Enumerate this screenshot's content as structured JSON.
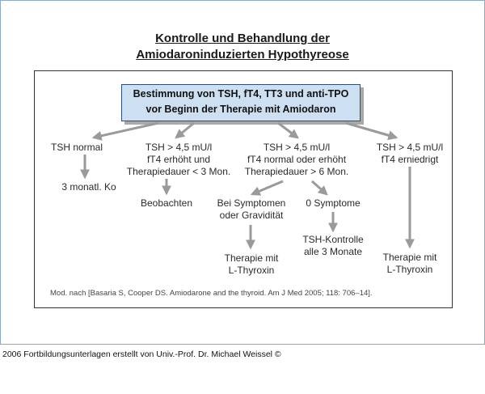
{
  "title_line1": "Kontrolle und Behandlung der",
  "title_line2": "Amiodaroninduzierten Hypothyreose",
  "top_box": {
    "line1": "Bestimmung von TSH, fT4, TT3 und anti-TPO",
    "line2": "vor Beginn der Therapie mit Amiodaron"
  },
  "branch1": {
    "line1": "TSH normal",
    "result": "3 monatl. Ko"
  },
  "branch2": {
    "line1": "TSH > 4,5 mU/l",
    "line2": "fT4 erhöht und",
    "line3": "Therapiedauer < 3 Mon.",
    "result": "Beobachten"
  },
  "branch3": {
    "line1": "TSH > 4,5 mU/l",
    "line2": "fT4 normal oder erhöht",
    "line3": "Therapiedauer > 6 Mon.",
    "sub_a": {
      "line1": "Bei Symptomen",
      "line2": "oder Gravidität",
      "result1": "Therapie mit",
      "result2": "L-Thyroxin"
    },
    "sub_b": {
      "line1": "0 Symptome",
      "result1": "TSH-Kontrolle",
      "result2": "alle 3 Monate"
    }
  },
  "branch4": {
    "line1": "TSH > 4,5 mU/l",
    "line2": "fT4 erniedrigt",
    "result1": "Therapie mit",
    "result2": "L-Thyroxin"
  },
  "source": "Mod. nach [Basaria S, Cooper DS. Amiodarone and the thyroid. Am J Med 2005; 118: 706–14].",
  "footer": "2006 Fortbildungsunterlagen erstellt von Univ.-Prof. Dr. Michael Weissel ©",
  "colors": {
    "arrow": "#9a9a9a",
    "box_fill": "#cde0f2",
    "box_border": "#2b4f7a",
    "frame": "#8fa8c8"
  }
}
